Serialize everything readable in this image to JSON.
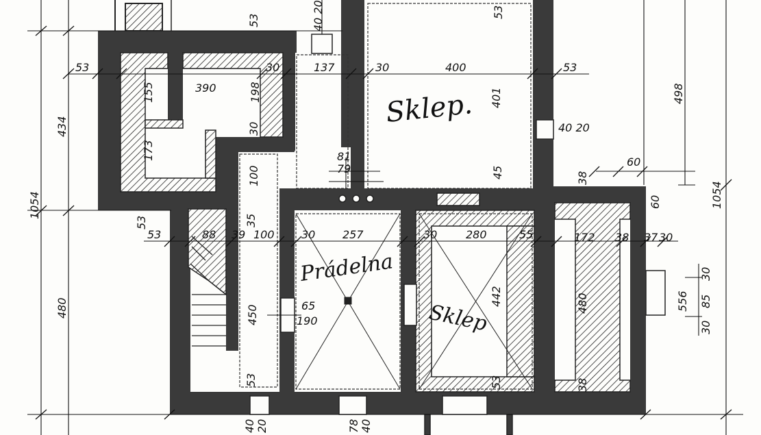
{
  "rooms": {
    "sklep_top": "Sklep.",
    "pradelna": "Prádelna",
    "sklep_mid": "Sklep"
  },
  "dims": {
    "top_53": "53",
    "top_40_20": "40 20",
    "right_53_top": "53",
    "left_53": "53",
    "d_30_a": "30",
    "d_137": "137",
    "d_30_b": "30",
    "d_400": "400",
    "right_53": "53",
    "d_390": "390",
    "d_155": "155",
    "d_198": "198",
    "d_401": "401",
    "d_498": "498",
    "d_434": "434",
    "d_173": "173",
    "d_30_c": "30",
    "d_40_20_r": "40 20",
    "d_1054_l": "1054",
    "d_1054_r": "1054",
    "d_100_v": "100",
    "d_81": "81",
    "d_79": "79",
    "d_45": "45",
    "d_38_a": "38",
    "d_60_a": "60",
    "d_60_b": "60",
    "d_35": "35",
    "d_53_mid": "53",
    "d_53_l2": "53",
    "d_88": "88",
    "d_39": "39",
    "d_100": "100",
    "d_30_d": "30",
    "d_257": "257",
    "d_30_e": "30",
    "d_280": "280",
    "d_55": "55",
    "d_172": "172",
    "d_38_b": "38",
    "d_37": "37",
    "d_30_f": "30",
    "d_480_l": "480",
    "d_450": "450",
    "d_65": "65",
    "d_190": "190",
    "d_442": "442",
    "d_480_r": "480",
    "d_556": "556",
    "d_30_g": "30",
    "d_85": "85",
    "d_30_h": "30",
    "d_53_bot": "53",
    "d_53_bot2": "53",
    "d_38_c": "38",
    "d_40_bot": "40",
    "d_20_bot": "20",
    "d_78": "78",
    "d_40_bot2": "40"
  }
}
